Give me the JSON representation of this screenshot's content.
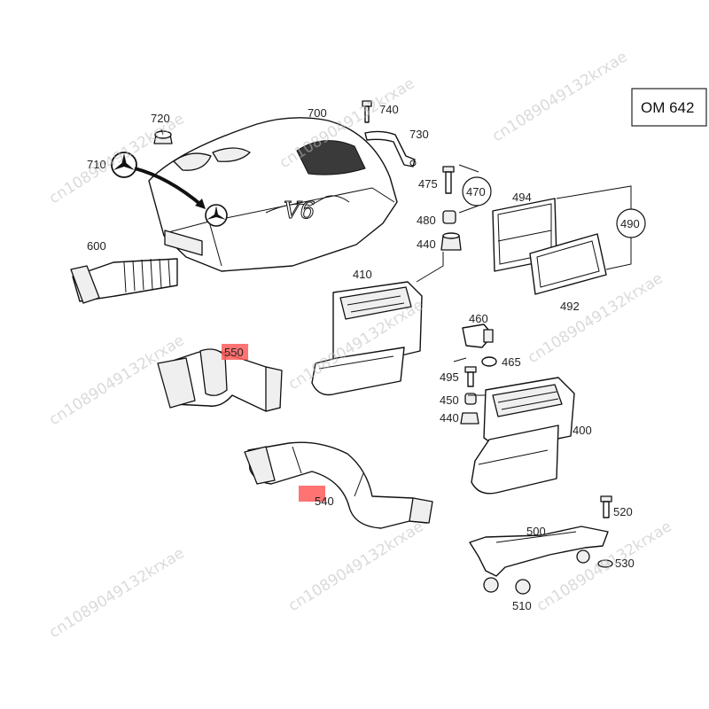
{
  "engine_label": "OM 642",
  "parts": {
    "p700": "700",
    "p720": "720",
    "p710": "710",
    "p740": "740",
    "p730": "730",
    "p475": "475",
    "p470": "470",
    "p480": "480",
    "p440a": "440",
    "p494": "494",
    "p490": "490",
    "p492": "492",
    "p600": "600",
    "p410": "410",
    "p460": "460",
    "p550": "550",
    "p495": "495",
    "p465": "465",
    "p450": "450",
    "p440b": "440",
    "p400": "400",
    "p540": "540",
    "p520": "520",
    "p500": "500",
    "p530": "530",
    "p510": "510"
  },
  "highlighted_parts": [
    "550",
    "540"
  ],
  "highlight_color": "#ff5a5a",
  "watermark_text": "cn1089049132krxae"
}
